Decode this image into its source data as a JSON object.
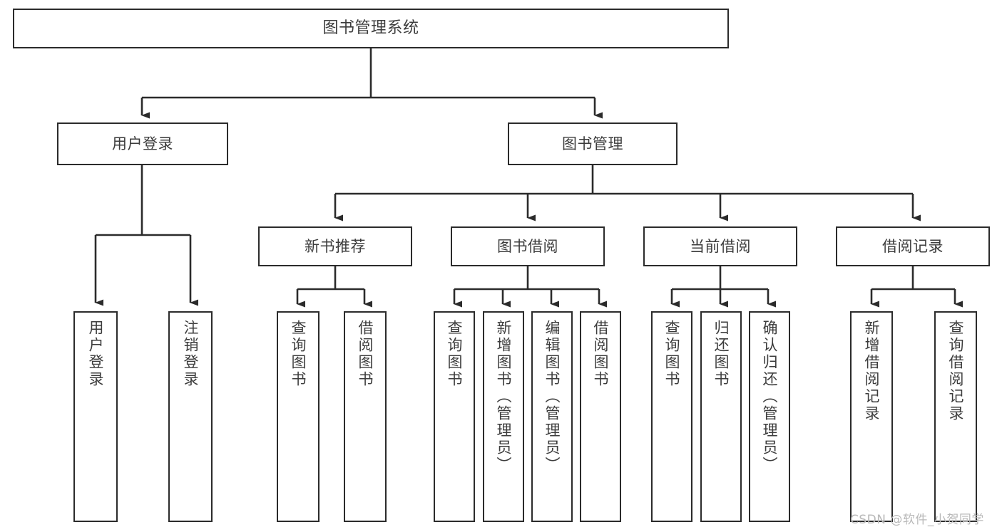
{
  "diagram": {
    "title": "图书管理系统",
    "type": "tree-hierarchy-chart",
    "root": {
      "label": "图书管理系统"
    },
    "level2": [
      {
        "label": "用户登录"
      },
      {
        "label": "图书管理"
      }
    ],
    "level3": [
      {
        "label": "新书推荐"
      },
      {
        "label": "图书借阅"
      },
      {
        "label": "当前借阅"
      },
      {
        "label": "借阅记录"
      }
    ],
    "leaves": {
      "user_login": [
        {
          "label": "用户登录"
        },
        {
          "label": "注销登录"
        }
      ],
      "new_book_recommend": [
        {
          "label": "查询图书"
        },
        {
          "label": "借阅图书"
        }
      ],
      "book_borrow": [
        {
          "label": "查询图书"
        },
        {
          "label": "新增图书（管理员）"
        },
        {
          "label": "编辑图书（管理员）"
        },
        {
          "label": "借阅图书"
        }
      ],
      "current_borrow": [
        {
          "label": "查询图书"
        },
        {
          "label": "归还图书"
        },
        {
          "label": "确认归还（管理员）"
        }
      ],
      "borrow_record": [
        {
          "label": "新增借阅记录"
        },
        {
          "label": "查询借阅记录"
        }
      ]
    }
  },
  "watermark": {
    "text": "CSDN @软件_小贺同学"
  },
  "colors": {
    "stroke": "#2b2b2b",
    "text": "#3c3c3c",
    "background": "#ffffff",
    "watermark": "#b9b9b9"
  }
}
